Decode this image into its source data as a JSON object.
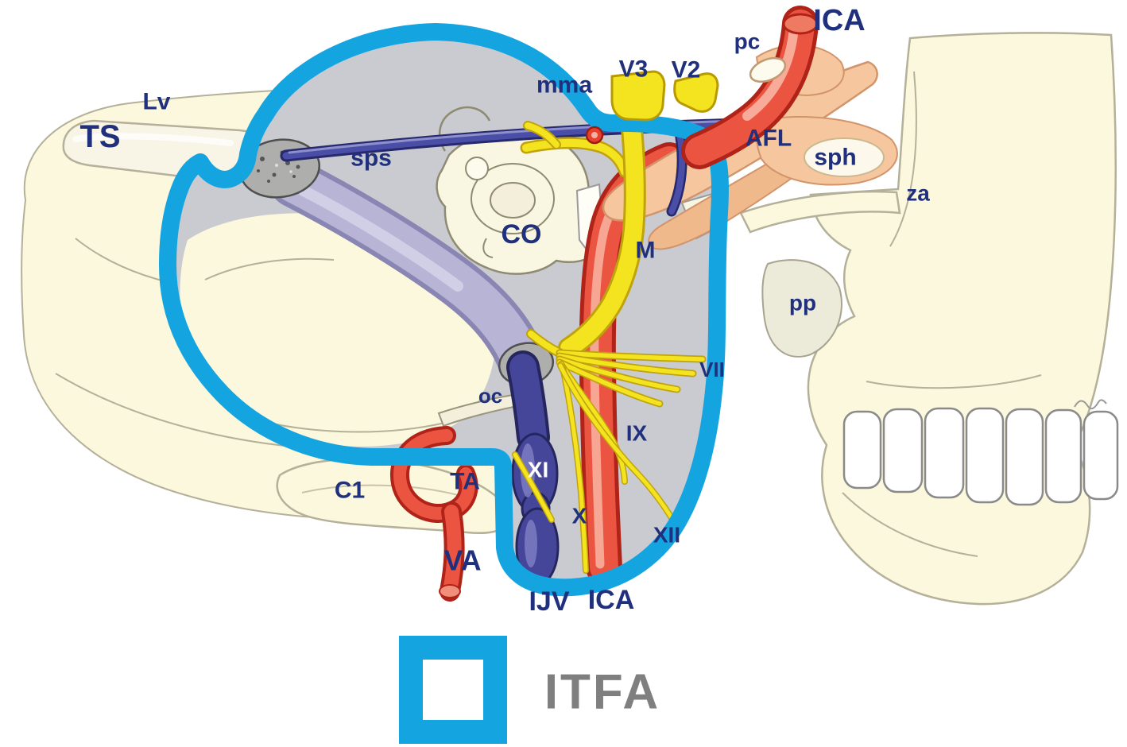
{
  "diagram": {
    "labels": {
      "lv": "Lv",
      "ts": "TS",
      "sps": "sps",
      "mma": "mma",
      "v3": "V3",
      "v2": "V2",
      "pc": "pc",
      "ica_top": "ICA",
      "afl": "AFL",
      "sph": "sph",
      "za": "za",
      "co": "CO",
      "m": "M",
      "pp": "pp",
      "vii": "VII",
      "oc": "oc",
      "ix": "IX",
      "c1": "C1",
      "ta": "TA",
      "xi": "XI",
      "x": "X",
      "xii": "XII",
      "va": "VA",
      "ijv": "IJV",
      "ica_bottom": "ICA"
    },
    "legend": {
      "label": "ITFA"
    },
    "colors": {
      "label_navy": "#20307d",
      "label_white": "#ffffff",
      "legend_text_gray": "#7f7f7f",
      "outline_blue": "#14a5e1",
      "bone_cream": "#fbf8dd",
      "artery_red": "#e8503c",
      "nerve_yellow": "#f4e41f",
      "sinus_lavender": "#b7b4d6",
      "vein_navy": "#45459a",
      "muscle_peach": "#f6c79e",
      "interior_gray": "#c9cbd1"
    }
  }
}
